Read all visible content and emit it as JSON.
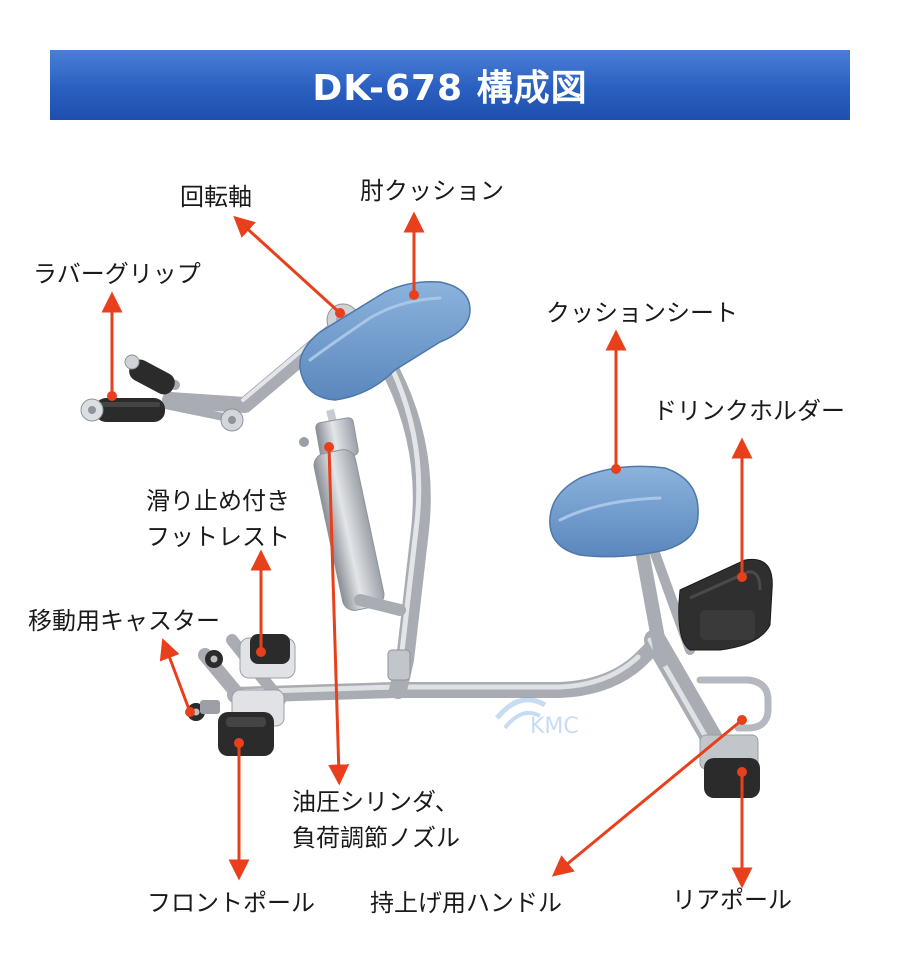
{
  "title": "DK-678 構成図",
  "watermark": "KMC",
  "labels": {
    "rotation_axis": "回転軸",
    "elbow_cushion": "肘クッション",
    "rubber_grip": "ラバーグリップ",
    "cushion_seat": "クッションシート",
    "drink_holder": "ドリンクホルダー",
    "footrest_line1": "滑り止め付き",
    "footrest_line2": "フットレスト",
    "casters": "移動用キャスター",
    "cylinder_line1": "油圧シリンダ、",
    "cylinder_line2": "負荷調節ノズル",
    "front_pole": "フロントポール",
    "lift_handle": "持上げ用ハンドル",
    "rear_pole": "リアポール"
  },
  "colors": {
    "banner": "#2a5fc0",
    "arrow": "#e8401c",
    "frame": "#b8bcc2",
    "cushion": "#6f9ccd",
    "pad": "#2b2b2b"
  }
}
